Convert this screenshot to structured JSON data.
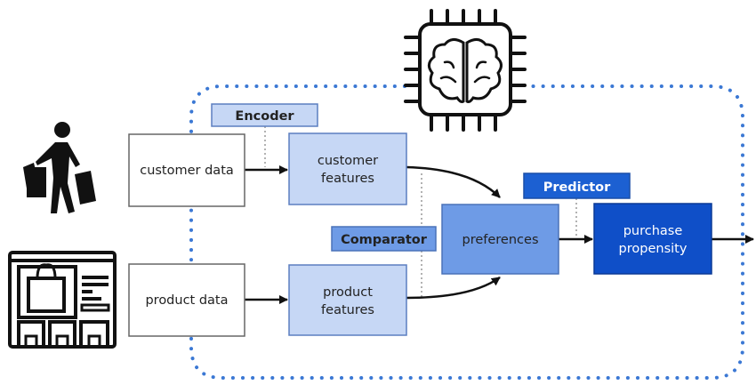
{
  "nodes": {
    "customer_data": "customer data",
    "customer_features": [
      "customer",
      "features"
    ],
    "product_data": "product data",
    "product_features": [
      "product",
      "features"
    ],
    "preferences": "preferences",
    "purchase_propensity": [
      "purchase",
      "propensity"
    ]
  },
  "labels": {
    "encoder": "Encoder",
    "comparator": "Comparator",
    "predictor": "Predictor"
  },
  "icons": [
    "shopper-icon",
    "online-store-icon",
    "brain-chip-icon"
  ],
  "colors": {
    "boundary": "#3b78d4",
    "light_box": "#c6d7f5",
    "mid_box": "#6e9be6",
    "dark_box": "#0f4fc8",
    "predictor_label": "#1c60d2"
  }
}
